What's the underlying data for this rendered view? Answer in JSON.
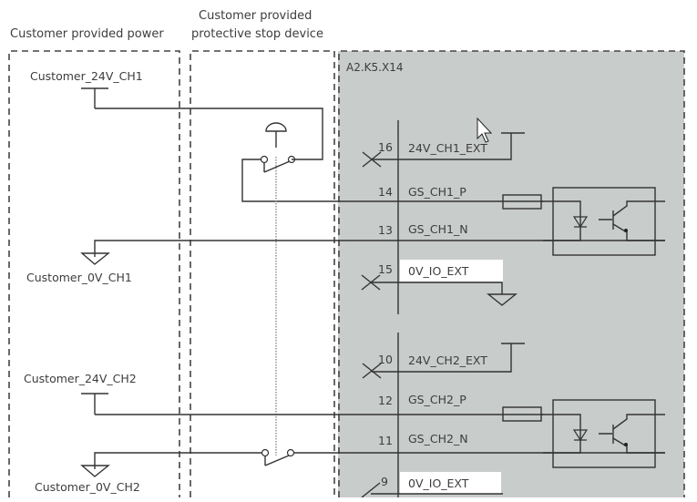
{
  "headers": {
    "power": "Customer provided power",
    "device_line1": "Customer provided",
    "device_line2": "protective stop device"
  },
  "module": {
    "name": "A2.K5.X14",
    "background": "#c8ccca"
  },
  "customer_labels": {
    "v24_ch1": "Customer_24V_CH1",
    "v0_ch1": "Customer_0V_CH1",
    "v24_ch2": "Customer_24V_CH2",
    "v0_ch2": "Customer_0V_CH2"
  },
  "pins": [
    {
      "number": "16",
      "signal": "24V_CH1_EXT",
      "highlighted": false
    },
    {
      "number": "14",
      "signal": "GS_CH1_P",
      "highlighted": false
    },
    {
      "number": "13",
      "signal": "GS_CH1_N",
      "highlighted": false
    },
    {
      "number": "15",
      "signal": "0V_IO_EXT",
      "highlighted": true
    },
    {
      "number": "10",
      "signal": "24V_CH2_EXT",
      "highlighted": false
    },
    {
      "number": "12",
      "signal": "GS_CH2_P",
      "highlighted": false
    },
    {
      "number": "11",
      "signal": "GS_CH2_N",
      "highlighted": false
    },
    {
      "number": "9",
      "signal": "0V_IO_EXT",
      "highlighted": true
    }
  ],
  "components": {
    "estop": "emergency-stop-button",
    "optocoupler_count": 2,
    "resistor_count": 2
  }
}
